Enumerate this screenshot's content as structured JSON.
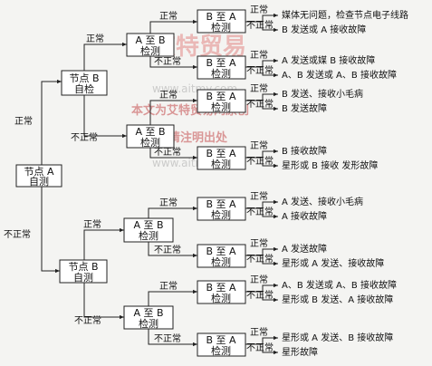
{
  "boxes": {
    "a": [
      "节点 A",
      "自测"
    ],
    "b_top": [
      "节点 B",
      "自检"
    ],
    "b_bot": [
      "节点 B",
      "自测"
    ],
    "ab1": [
      "A 至 B",
      "检测"
    ],
    "ab2": [
      "A 至 B",
      "检测"
    ],
    "ab3": [
      "A 至 B",
      "检测"
    ],
    "ab4": [
      "A 至 B",
      "检测"
    ],
    "ba1": [
      "B 至 A",
      "检测"
    ],
    "ba2": [
      "B 至 A",
      "检测"
    ],
    "ba3": [
      "B 至 A",
      "检测"
    ],
    "ba4": [
      "B 至 A",
      "检测"
    ],
    "ba5": [
      "B 至 A",
      "检测"
    ],
    "ba6": [
      "B 至 A",
      "检测"
    ],
    "ba7": [
      "B 至 A",
      "检测"
    ]
  },
  "labels": {
    "ok": "正常",
    "notok": "不正常"
  },
  "results": [
    "媒体无问题，检查节点电子线路",
    "B 发送或 A 接收故障",
    "A 发送或媒 B 接收故障",
    "A、B 发送或 A、B 接收故障",
    "B 发送、接收小毛病",
    "B 发送故障",
    "B 接收故障",
    "星形或 B 接收 发形故障",
    "A 发送、接收小毛病",
    "A 接收故障",
    "A 发送故障",
    "星形或 A 发送、接收故障",
    "A、B 发送或 A、B 接收故障",
    "星形或 B 发送、A 接收故障",
    "星形或 A 发送、B 接收故障",
    "星形故障"
  ],
  "watermarks": {
    "logo": "艾特贸易",
    "line1": "本文为艾特贸易网原创",
    "line2": "转载请注明出处",
    "url1": "www.aitmy.com",
    "url2": "www.aitmy.com"
  }
}
